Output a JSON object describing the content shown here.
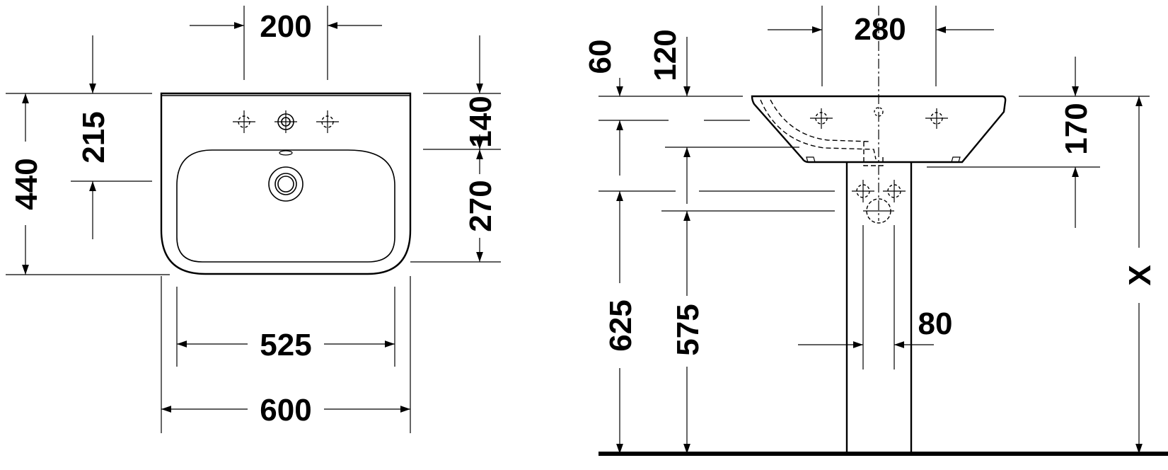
{
  "top_view": {
    "dims": {
      "tap_spacing": "200",
      "front_to_overflow": "215",
      "overall_depth": "440",
      "rear_to_bowl": "140",
      "bowl_depth": "270",
      "bowl_width": "525",
      "overall_width": "600"
    }
  },
  "side_view": {
    "dims": {
      "rim_offset": "60",
      "tap_offset": "120",
      "pedestal_top_width": "280",
      "basin_height": "170",
      "waste_height": "625",
      "supply_height": "575",
      "pedestal_width": "80",
      "mounting_height": "X"
    }
  }
}
